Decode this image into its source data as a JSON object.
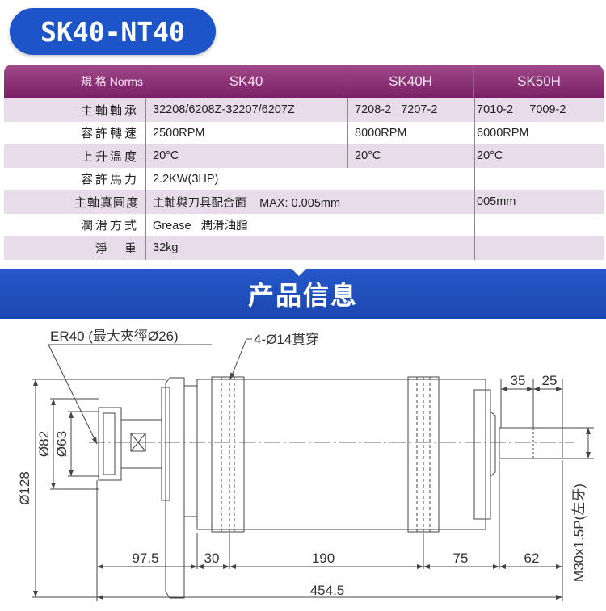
{
  "title": "SK40-NT40",
  "spec_table": {
    "headers": [
      "規 格 Norms",
      "SK40",
      "SK40H",
      "SK50H"
    ],
    "rows": [
      {
        "label": "主軸軸承",
        "sk40": "32208/6208Z-32207/6207Z",
        "sk40h": "7208-2   7207-2",
        "sk50h": "7010-2     7009-2"
      },
      {
        "label": "容許轉速",
        "sk40": "2500RPM",
        "sk40h": "8000RPM",
        "sk50h": "6000RPM"
      },
      {
        "label": "上升溫度",
        "sk40": "20°C",
        "sk40h": "20°C",
        "sk50h": "20°C"
      },
      {
        "label": "容許馬力",
        "merged": "2.2KW(3HP)",
        "sk50h": ""
      },
      {
        "label": "主軸真圓度",
        "merged": "主軸與刀具配合面    MAX: 0.005mm",
        "sk50h": "005mm"
      },
      {
        "label": "潤滑方式",
        "merged": "Grease   潤滑油脂",
        "sk50h": ""
      },
      {
        "label": "淨　重",
        "merged": "32kg",
        "sk50h": ""
      }
    ]
  },
  "banner": "产品信息",
  "drawing": {
    "collet_label": "ER40 (最大夾徑Ø26)",
    "hole_label": "4-Ø14貫穿",
    "dia_128": "Ø128",
    "dia_82": "Ø82",
    "dia_63": "Ø63",
    "dim_35": "35",
    "dim_25": "25",
    "thread": "M30x1.5P(左牙)",
    "dims": [
      "97.5",
      "30",
      "190",
      "75",
      "62"
    ],
    "total": "454.5"
  }
}
